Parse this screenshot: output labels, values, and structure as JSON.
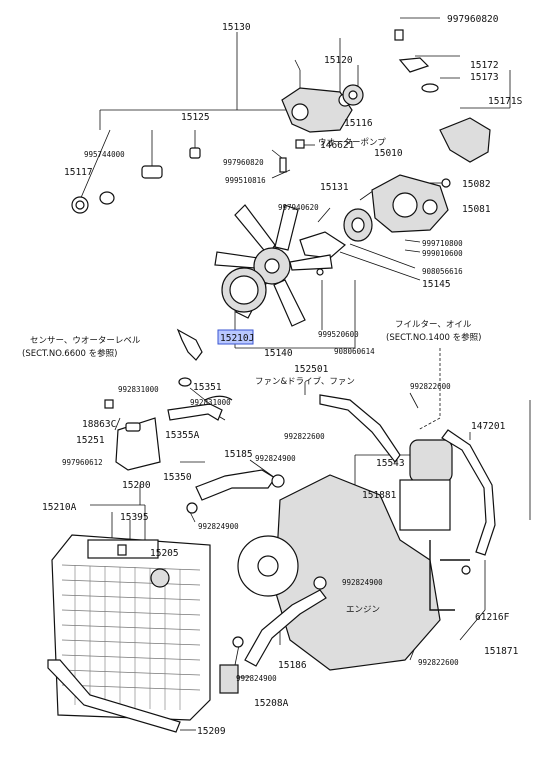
{
  "parts": [
    {
      "id": "p15130",
      "label": "15130"
    },
    {
      "id": "p997960820a",
      "label": "997960820"
    },
    {
      "id": "p15172",
      "label": "15172"
    },
    {
      "id": "p15173",
      "label": "15173"
    },
    {
      "id": "p15171s",
      "label": "15171S"
    },
    {
      "id": "p15120",
      "label": "15120"
    },
    {
      "id": "p15116",
      "label": "15116"
    },
    {
      "id": "p15125",
      "label": "15125"
    },
    {
      "id": "p995744000",
      "label": "995744000"
    },
    {
      "id": "p15117",
      "label": "15117"
    },
    {
      "id": "p146621",
      "label": "146621"
    },
    {
      "id": "p997960820b",
      "label": "997960820"
    },
    {
      "id": "p999510816",
      "label": "999510816"
    },
    {
      "id": "p15010",
      "label": "15010"
    },
    {
      "id": "p15131",
      "label": "15131"
    },
    {
      "id": "p15082",
      "label": "15082"
    },
    {
      "id": "p15081",
      "label": "15081"
    },
    {
      "id": "p997940620",
      "label": "997940620"
    },
    {
      "id": "p999710800",
      "label": "999710800"
    },
    {
      "id": "p999010600",
      "label": "999010600"
    },
    {
      "id": "p908056616",
      "label": "908056616"
    },
    {
      "id": "p15145",
      "label": "15145"
    },
    {
      "id": "p999520600",
      "label": "999520600"
    },
    {
      "id": "p908060614",
      "label": "908060614"
    },
    {
      "id": "p15210",
      "label": "15210J"
    },
    {
      "id": "p15140",
      "label": "15140"
    },
    {
      "id": "p15250i",
      "label": "152501"
    },
    {
      "id": "p15351",
      "label": "15351"
    },
    {
      "id": "p992831000",
      "label": "992831000"
    },
    {
      "id": "p992831000b",
      "label": "992831000"
    },
    {
      "id": "p18863c",
      "label": "18863C"
    },
    {
      "id": "p15251",
      "label": "15251"
    },
    {
      "id": "p15355a",
      "label": "15355A"
    },
    {
      "id": "p997960612",
      "label": "997960612"
    },
    {
      "id": "p15350",
      "label": "15350"
    },
    {
      "id": "p992822600a",
      "label": "992822600"
    },
    {
      "id": "p147201",
      "label": "147201"
    },
    {
      "id": "p992822600b",
      "label": "992822600"
    },
    {
      "id": "p15185",
      "label": "15185"
    },
    {
      "id": "p992824900a",
      "label": "992824900"
    },
    {
      "id": "p15543",
      "label": "15543"
    },
    {
      "id": "p15200",
      "label": "15200"
    },
    {
      "id": "p15210a",
      "label": "15210A"
    },
    {
      "id": "p15395",
      "label": "15395"
    },
    {
      "id": "p992824900b",
      "label": "992824900"
    },
    {
      "id": "p15881",
      "label": "151881"
    },
    {
      "id": "p15205",
      "label": "15205"
    },
    {
      "id": "p992824900c",
      "label": "992824900"
    },
    {
      "id": "p61216f",
      "label": "61216F"
    },
    {
      "id": "p151871",
      "label": "151871"
    },
    {
      "id": "p15186",
      "label": "15186"
    },
    {
      "id": "p992824900d",
      "label": "992824900"
    },
    {
      "id": "p992822600c",
      "label": "992822600"
    },
    {
      "id": "p15208a",
      "label": "15208A"
    },
    {
      "id": "p15209",
      "label": "15209"
    }
  ],
  "notes": {
    "water_pump": "ウオーターポンプ",
    "sensor_title": "センサー、ウオーターレベル",
    "sensor_ref": "(SECT.NO.6600 を参照)",
    "filter_title": "フイルター、オイル",
    "filter_ref": "(SECT.NO.1400 を参照)",
    "fan_drive": "ファン&ドライブ、ファン",
    "engine": "エンジン"
  },
  "colors": {
    "highlight": "#b9c8ff"
  }
}
